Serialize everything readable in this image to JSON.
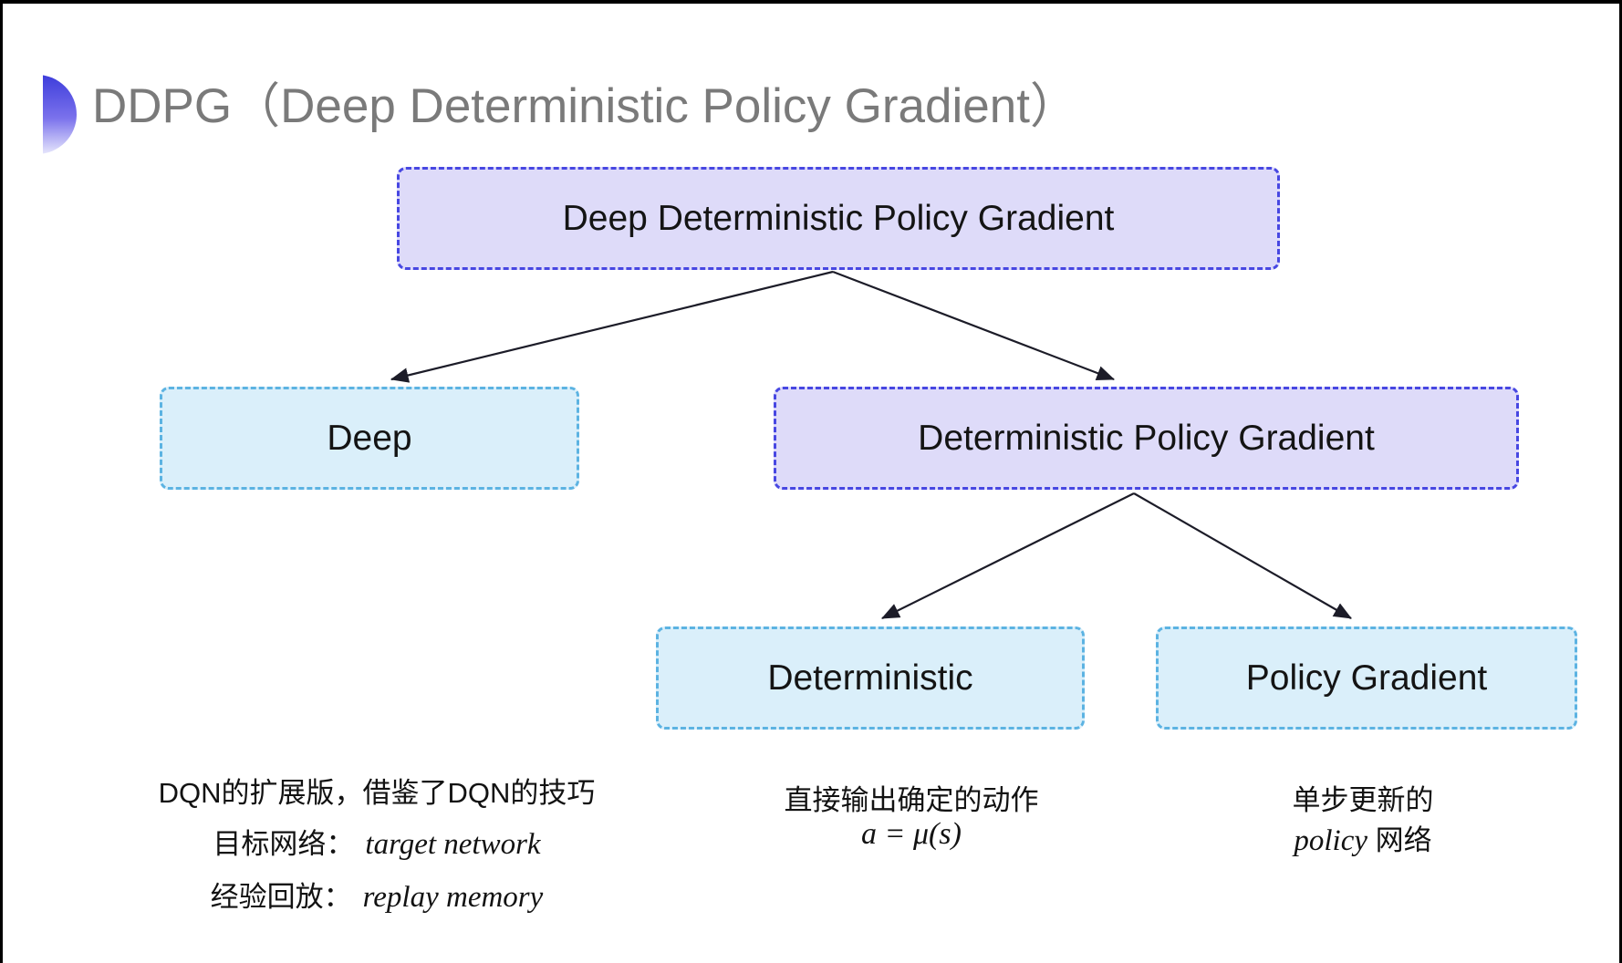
{
  "slide": {
    "title": "DDPG（Deep Deterministic Policy Gradient）"
  },
  "tree": {
    "root": "Deep Deterministic Policy Gradient",
    "deep": "Deep",
    "dpg": "Deterministic Policy Gradient",
    "deterministic": "Deterministic",
    "policy_gradient": "Policy Gradient"
  },
  "notes": {
    "deep": {
      "line1": "DQN的扩展版，借鉴了DQN的技巧",
      "target_label": "目标网络：",
      "target_value": "target network",
      "replay_label": "经验回放：",
      "replay_value": "replay memory"
    },
    "deterministic": {
      "line1": "直接输出确定的动作",
      "formula": "a = μ(s)"
    },
    "policy_gradient": {
      "line1": "单步更新的",
      "word_italic": "policy",
      "word_rest": "网络"
    }
  },
  "colors": {
    "purple_fill": "#dedbf9",
    "purple_border": "#4747e2",
    "blue_fill": "#daeffa",
    "blue_border": "#5cb3e2",
    "arrow": "#1c1c28",
    "title_gray": "#7a7a7a",
    "bullet_gradient_top": "#3d3ddb",
    "bullet_gradient_bottom": "#e7e7fc"
  }
}
